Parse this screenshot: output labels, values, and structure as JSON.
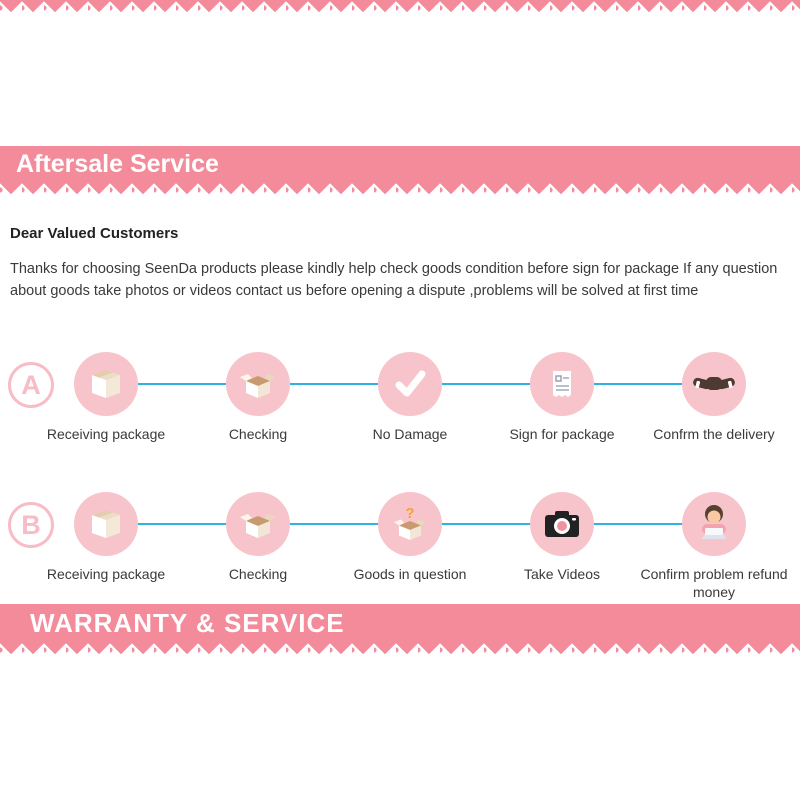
{
  "colors": {
    "pink": "#f48b9b",
    "circle_pink": "#f8c4cb",
    "line_blue": "#2fb3e3",
    "question_orange": "#f0a33c"
  },
  "header": {
    "title": "Aftersale Service"
  },
  "intro": {
    "greeting": "Dear Valued Customers",
    "body": "Thanks for choosing SeenDa products please kindly help check goods condition before sign for package If any question about goods take photos or videos contact us before opening a dispute ,problems will be solved at first time"
  },
  "rows": [
    {
      "letter": "A",
      "steps": [
        {
          "label": "Receiving package",
          "icon": "package-box-icon"
        },
        {
          "label": "Checking",
          "icon": "open-box-icon"
        },
        {
          "label": "No Damage",
          "icon": "checkmark-icon"
        },
        {
          "label": "Sign for package",
          "icon": "document-icon"
        },
        {
          "label": "Confrm the delivery",
          "icon": "handshake-icon"
        }
      ]
    },
    {
      "letter": "B",
      "steps": [
        {
          "label": "Receiving package",
          "icon": "package-box-icon"
        },
        {
          "label": "Checking",
          "icon": "open-box-icon"
        },
        {
          "label": "Goods in question",
          "icon": "question-box-icon"
        },
        {
          "label": "Take Videos",
          "icon": "camera-icon"
        },
        {
          "label": "Confirm problem refund money",
          "icon": "person-laptop-icon"
        }
      ]
    }
  ],
  "footer": {
    "title": "WARRANTY & SERVICE"
  }
}
